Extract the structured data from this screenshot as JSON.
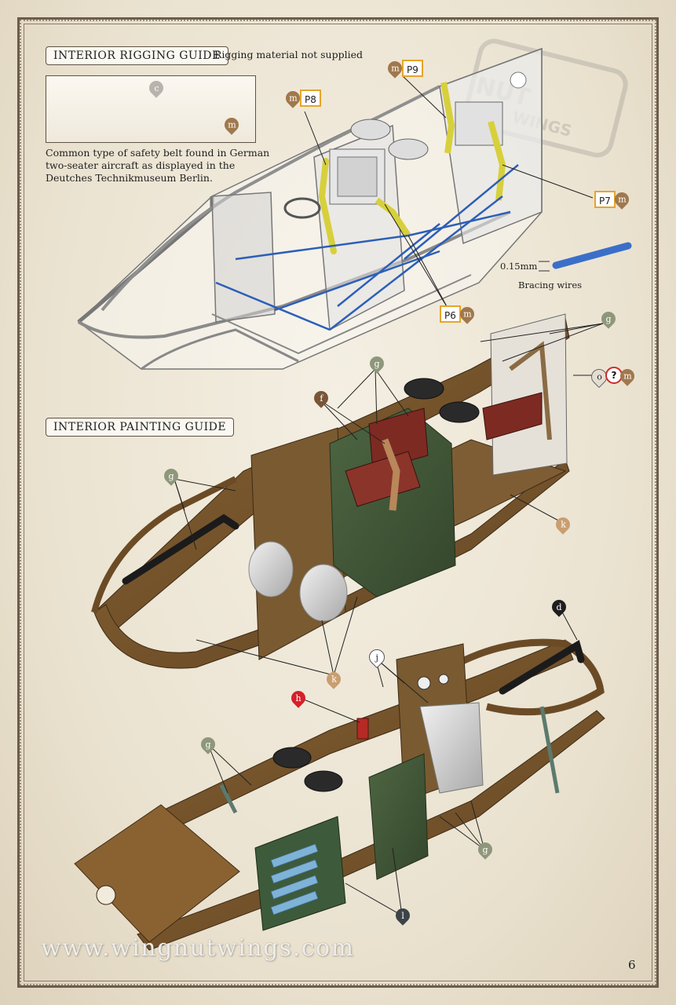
{
  "rigging": {
    "title": "INTERIOR RIGGING GUIDE",
    "note": "Rigging material not supplied",
    "caption": "Common type of safety belt found in German two-seater aircraft as displayed in the Deutches Technikmuseum Berlin.",
    "photo_callouts": [
      "c",
      "m"
    ],
    "part_tags": [
      {
        "id": "P9",
        "paint": "m"
      },
      {
        "id": "P8",
        "paint": "m"
      },
      {
        "id": "P7",
        "paint": "m"
      },
      {
        "id": "P6",
        "paint": "m"
      }
    ],
    "wire": {
      "size": "0.15mm",
      "label": "Bracing wires"
    }
  },
  "painting": {
    "title": "INTERIOR PAINTING GUIDE",
    "callouts_view1": [
      "g",
      "o",
      "?",
      "m",
      "g",
      "f",
      "g",
      "k",
      "k"
    ],
    "callouts_view2": [
      "d",
      "j",
      "h",
      "g",
      "g",
      "l"
    ]
  },
  "footer": {
    "website": "www.wingnutwings.com",
    "page_number": "6"
  },
  "colors": {
    "m": "#a0784d",
    "g": "#8e977a",
    "f": "#7a5536",
    "k": "#c99e70",
    "h": "#d5202a",
    "j": "#ffffff",
    "d": "#1e1e1e",
    "l": "#3c4448",
    "c": "#b9b3ad",
    "o": "#e3ddd2",
    "tag_border": "#e5a52b",
    "wire": "#2c5fb8"
  }
}
